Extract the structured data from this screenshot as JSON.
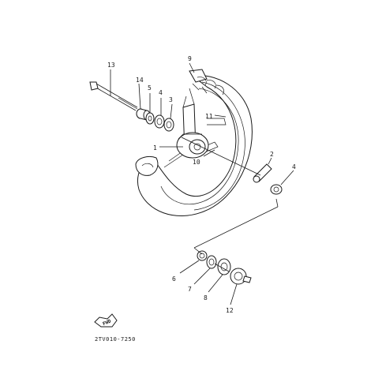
{
  "diagram": {
    "callouts": {
      "n1": "1",
      "n2": "2",
      "n3": "3",
      "n4_top": "4",
      "n4_right": "4",
      "n5": "5",
      "n6": "6",
      "n7": "7",
      "n8": "8",
      "n9": "9",
      "n10": "10",
      "n11": "11",
      "n12": "12",
      "n13": "13",
      "n14": "14"
    },
    "fwd_label": "FWD",
    "drawing_code": "2TV010-7250",
    "colors": {
      "ink": "#1a1a1a",
      "paper": "#ffffff"
    }
  }
}
